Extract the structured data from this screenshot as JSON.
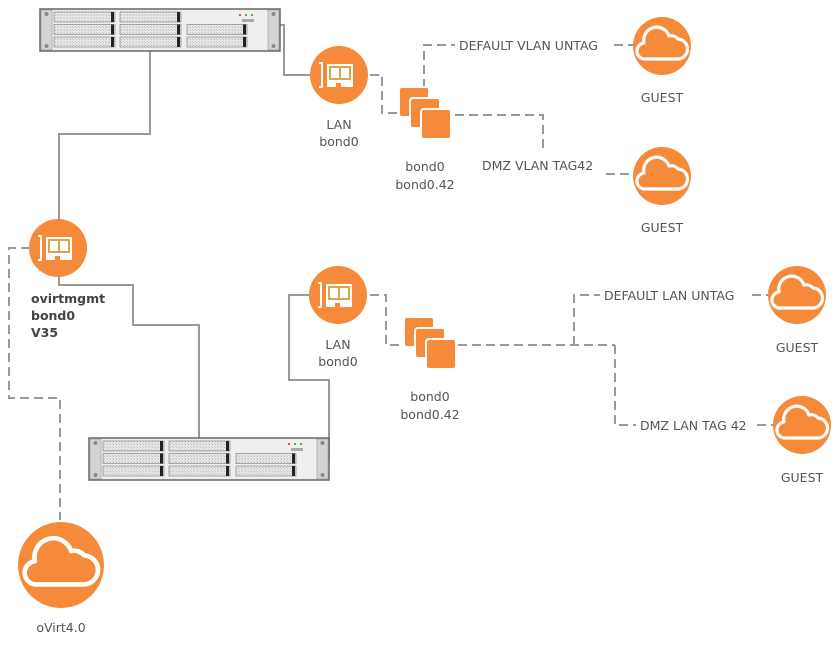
{
  "colors": {
    "accent": "#f58a3a",
    "line": "#999999",
    "text": "#555555",
    "nic_gold": "#d9a64a"
  },
  "servers": [
    {
      "id": "server-top",
      "icon": "rack-server-icon"
    },
    {
      "id": "server-bottom",
      "icon": "rack-server-icon"
    }
  ],
  "nics": [
    {
      "id": "nic-top-lan",
      "icon": "network-card-icon",
      "lines": [
        "LAN",
        "bond0"
      ]
    },
    {
      "id": "nic-mgmt",
      "icon": "network-card-icon",
      "lines": [
        "ovirtmgmt",
        "bond0",
        "V35"
      ]
    },
    {
      "id": "nic-bottom-lan",
      "icon": "network-card-icon",
      "lines": [
        "LAN",
        "bond0"
      ]
    }
  ],
  "bonds": [
    {
      "id": "bond-top",
      "icon": "stacked-bond-icon",
      "lines": [
        "bond0",
        "bond0.42"
      ]
    },
    {
      "id": "bond-bottom",
      "icon": "stacked-bond-icon",
      "lines": [
        "bond0",
        "bond0.42"
      ]
    }
  ],
  "links": {
    "top_untag": "DEFAULT VLAN UNTAG",
    "top_tag": "DMZ VLAN TAG42",
    "bottom_untag": "DEFAULT LAN UNTAG",
    "bottom_tag": "DMZ LAN TAG 42"
  },
  "clouds": [
    {
      "id": "guest-1",
      "icon": "cloud-icon",
      "label": "GUEST"
    },
    {
      "id": "guest-2",
      "icon": "cloud-icon",
      "label": "GUEST"
    },
    {
      "id": "guest-3",
      "icon": "cloud-icon",
      "label": "GUEST"
    },
    {
      "id": "guest-4",
      "icon": "cloud-icon",
      "label": "GUEST"
    },
    {
      "id": "ovirt",
      "icon": "cloud-icon",
      "label": "oVirt4.0"
    }
  ]
}
